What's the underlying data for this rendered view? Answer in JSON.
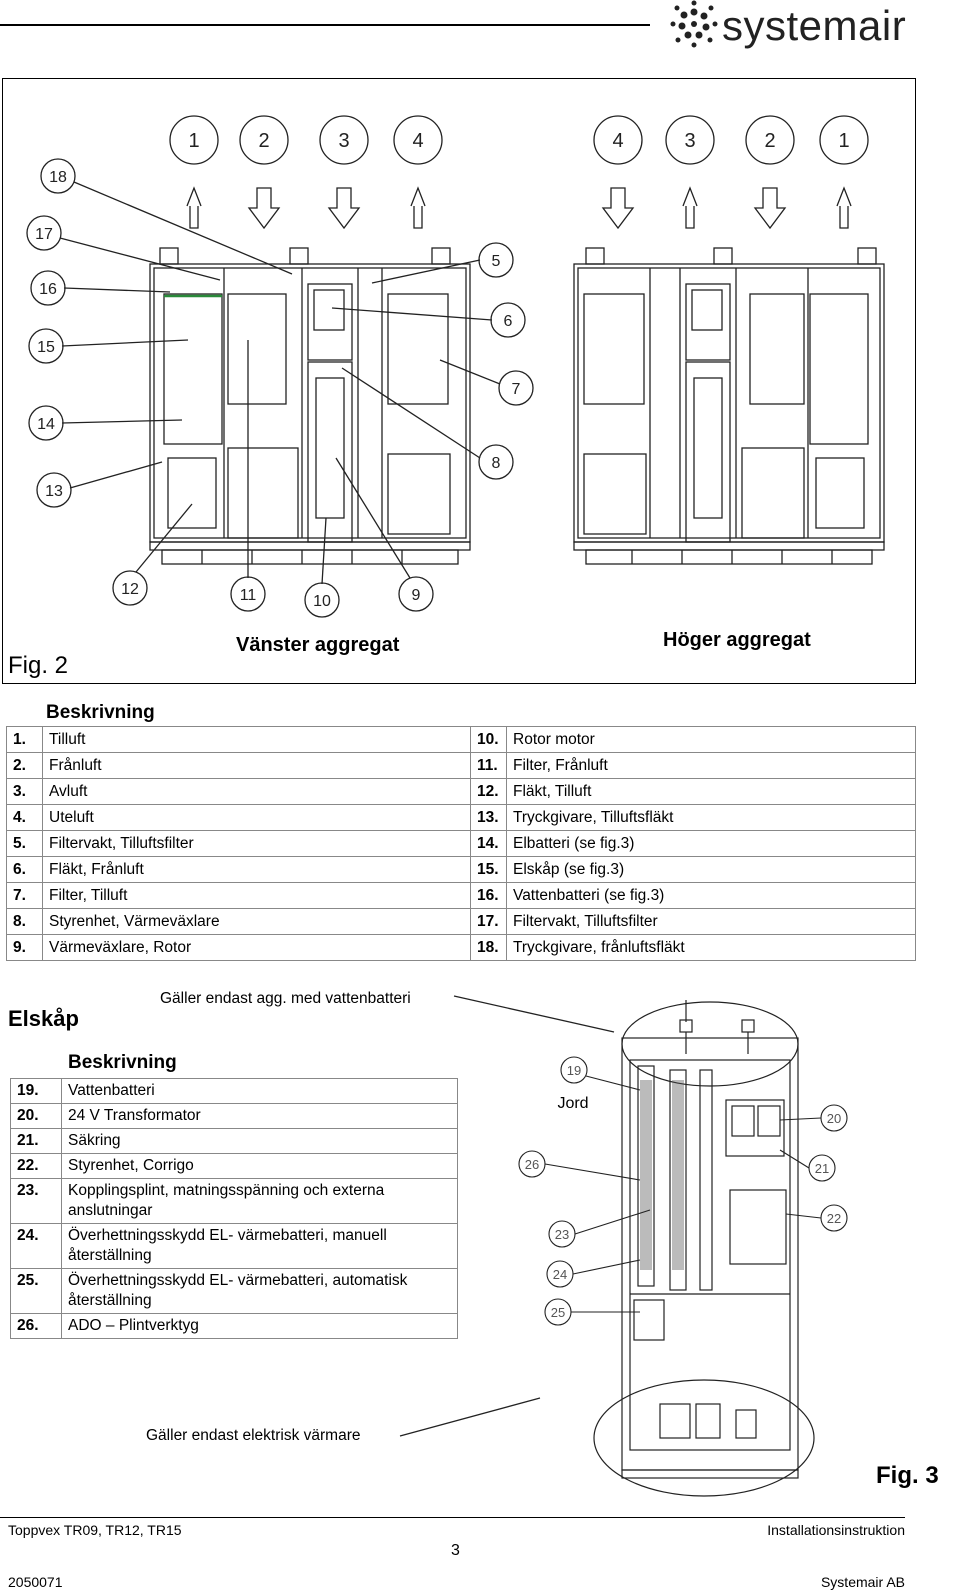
{
  "header": {
    "brand": "systemair"
  },
  "figure2": {
    "label": "Fig. 2",
    "left_title": "Vänster aggregat",
    "right_title": "Höger aggregat",
    "callouts_left_top": [
      "1",
      "2",
      "3",
      "4"
    ],
    "callouts_right_top": [
      "4",
      "3",
      "2",
      "1"
    ],
    "callouts_left_side": [
      "18",
      "17",
      "16",
      "15",
      "14",
      "13"
    ],
    "callouts_right_side": [
      "5",
      "6",
      "7",
      "8"
    ],
    "callouts_bottom": [
      "12",
      "11",
      "10",
      "9"
    ]
  },
  "table1": {
    "heading": "Beskrivning",
    "rows": [
      {
        "n1": "1.",
        "t1": "Tilluft",
        "n2": "10.",
        "t2": "Rotor motor"
      },
      {
        "n1": "2.",
        "t1": "Frånluft",
        "n2": "11.",
        "t2": "Filter, Frånluft"
      },
      {
        "n1": "3.",
        "t1": "Avluft",
        "n2": "12.",
        "t2": "Fläkt, Tilluft"
      },
      {
        "n1": "4.",
        "t1": "Uteluft",
        "n2": "13.",
        "t2": "Tryckgivare, Tilluftsfläkt"
      },
      {
        "n1": "5.",
        "t1": "Filtervakt, Tilluftsfilter",
        "n2": "14.",
        "t2": "Elbatteri (se fig.3)"
      },
      {
        "n1": "6.",
        "t1": "Fläkt, Frånluft",
        "n2": "15.",
        "t2": "Elskåp (se fig.3)"
      },
      {
        "n1": "7.",
        "t1": "Filter, Tilluft",
        "n2": "16.",
        "t2": "Vattenbatteri (se fig.3)"
      },
      {
        "n1": "8.",
        "t1": "Styrenhet, Värmeväxlare",
        "n2": "17.",
        "t2": "Filtervakt, Tilluftsfilter"
      },
      {
        "n1": "9.",
        "t1": "Värmeväxlare, Rotor",
        "n2": "18.",
        "t2": "Tryckgivare, frånluftsfläkt"
      }
    ]
  },
  "elskap": {
    "title": "Elskåp",
    "note_water": "Gäller endast agg. med vattenbatteri",
    "heading": "Beskrivning",
    "rows": [
      {
        "n": "19.",
        "t": "Vattenbatteri"
      },
      {
        "n": "20.",
        "t": "24 V Transformator"
      },
      {
        "n": "21.",
        "t": "Säkring"
      },
      {
        "n": "22.",
        "t": "Styrenhet, Corrigo"
      },
      {
        "n": "23.",
        "t": "Kopplingsplint, matningsspänning och externa anslutningar"
      },
      {
        "n": "24.",
        "t": "Överhettningsskydd EL- värmebatteri, manuell återställning"
      },
      {
        "n": "25.",
        "t": "Överhettningsskydd EL- värmebatteri, automatisk återställning"
      },
      {
        "n": "26.",
        "t": "ADO – Plintverktyg"
      }
    ],
    "note_electric": "Gäller endast elektrisk värmare",
    "jord_label": "Jord",
    "callouts": [
      "19",
      "20",
      "21",
      "22",
      "23",
      "24",
      "25",
      "26"
    ],
    "fig_label": "Fig. 3"
  },
  "footer": {
    "left_top": "Toppvex TR09, TR12, TR15",
    "left_bottom": "2050071",
    "page": "3",
    "right_top": "Installationsinstruktion",
    "right_bottom": "Systemair AB"
  }
}
